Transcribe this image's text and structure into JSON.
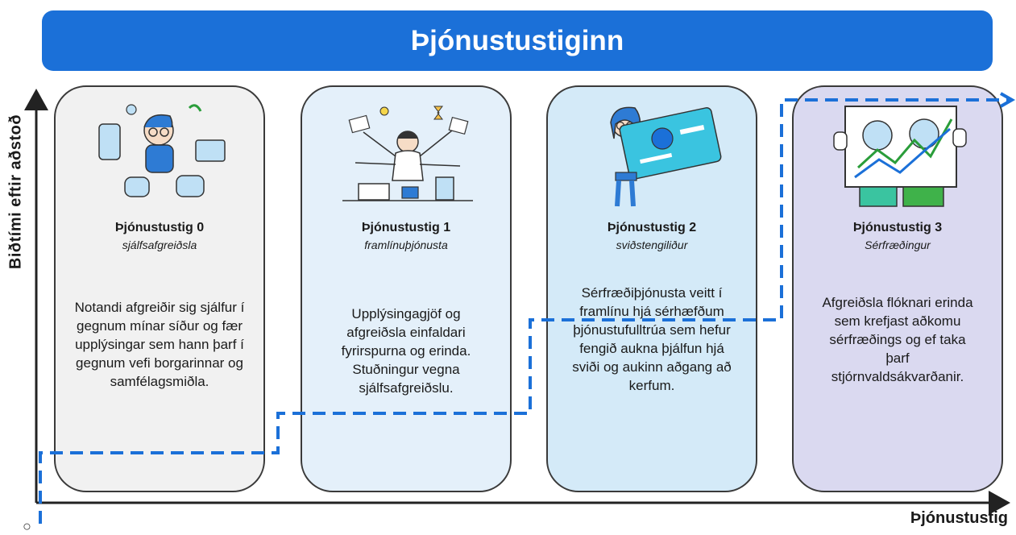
{
  "banner_title": "Þjónustustiginn",
  "y_axis_label": "Biðtími eftir aðstoð",
  "x_axis_label": "Þjónustustig",
  "colors": {
    "banner": "#1b70d8",
    "dashed_line": "#1b70d8",
    "axis": "#222222"
  },
  "levels": [
    {
      "title": "Þjónustustig 0",
      "subtitle": "sjálfsafgreiðsla",
      "description": "Notandi afgreiðir sig sjálfur í gegnum mínar síður og fær upplýsingar sem hann þarf í gegnum vefi borgarinnar og samfélagsmiðla.",
      "illustration": "person-with-devices-illustration"
    },
    {
      "title": "Þjónustustig 1",
      "subtitle": "framlínuþjónusta",
      "description": "Upplýsingagjöf og afgreiðsla einfaldari fyrirspurna og erinda. Stuðningur vegna sjálfsafgreiðslu.",
      "illustration": "multitasking-desk-worker-illustration"
    },
    {
      "title": "Þjónustustig 2",
      "subtitle": "sviðstengiliður",
      "description": "Sérfræðiþjónusta veitt í framlínu hjá sérhæfðum þjónustufulltrúa sem hefur fengið aukna þjálfun hjá sviði og aukinn aðgang að kerfum.",
      "illustration": "person-holding-id-card-illustration"
    },
    {
      "title": "Þjónustustig 3",
      "subtitle": "Sérfræðingur",
      "description": "Afgreiðsla flóknari erinda sem krefjast aðkomu sérfræðings og ef taka þarf stjórnvaldsákvarðanir.",
      "illustration": "experts-holding-chart-illustration"
    }
  ]
}
